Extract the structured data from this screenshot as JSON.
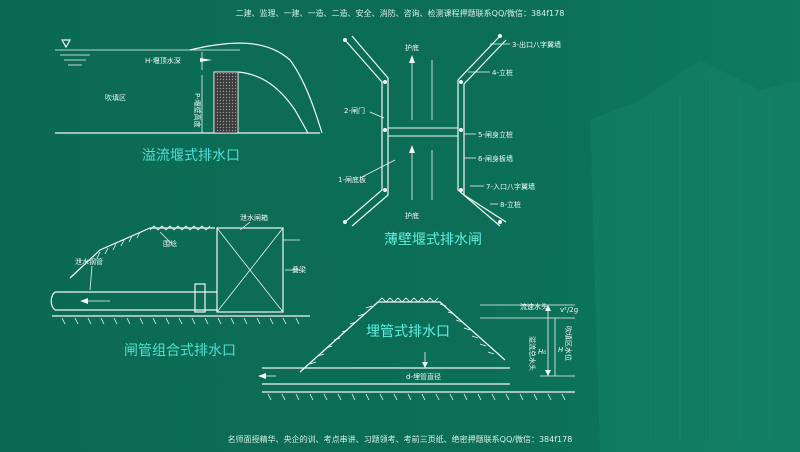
{
  "header": {
    "text": "二建、监理、一建、一造、二造、安全、消防、咨询、检测课程押题联系QQ/微信：384f178"
  },
  "footer": {
    "text": "名师面授精华、央企的训、考点串讲、习题领考、考前三页纸、绝密押题联系QQ/微信：384f178"
  },
  "weir": {
    "title": "溢流堰式排水口",
    "labels": {
      "h": "H-堰顶水深",
      "p": "P-堰壁高度",
      "fill": "吹填区"
    }
  },
  "thinwall": {
    "title": "薄壁堰式排水闸",
    "labels": {
      "apron_top": "护底",
      "apron_bottom": "护底",
      "l3": "3-出口八字翼墙",
      "l4": "4-立桩",
      "l2": "2-闸门",
      "l5": "5-闸身立桩",
      "l6": "6-闸身板墙",
      "l1": "1-闸底板",
      "l7": "7-入口八字翼墙",
      "l8": "8-立桩"
    }
  },
  "combo": {
    "title": "闸管组合式排水口",
    "labels": {
      "box": "泄水闸箱",
      "bund": "围埝",
      "pipe": "泄水钢管",
      "stoplog": "叠梁"
    }
  },
  "buried": {
    "title": "埋管式排水口",
    "labels": {
      "flow_head": "流速水头",
      "formula": "v²/2g",
      "overflow": "溢流总水头",
      "h0": "H₀",
      "h": "H",
      "level": "吹填区水位",
      "diam": "d-埋管直径"
    }
  }
}
